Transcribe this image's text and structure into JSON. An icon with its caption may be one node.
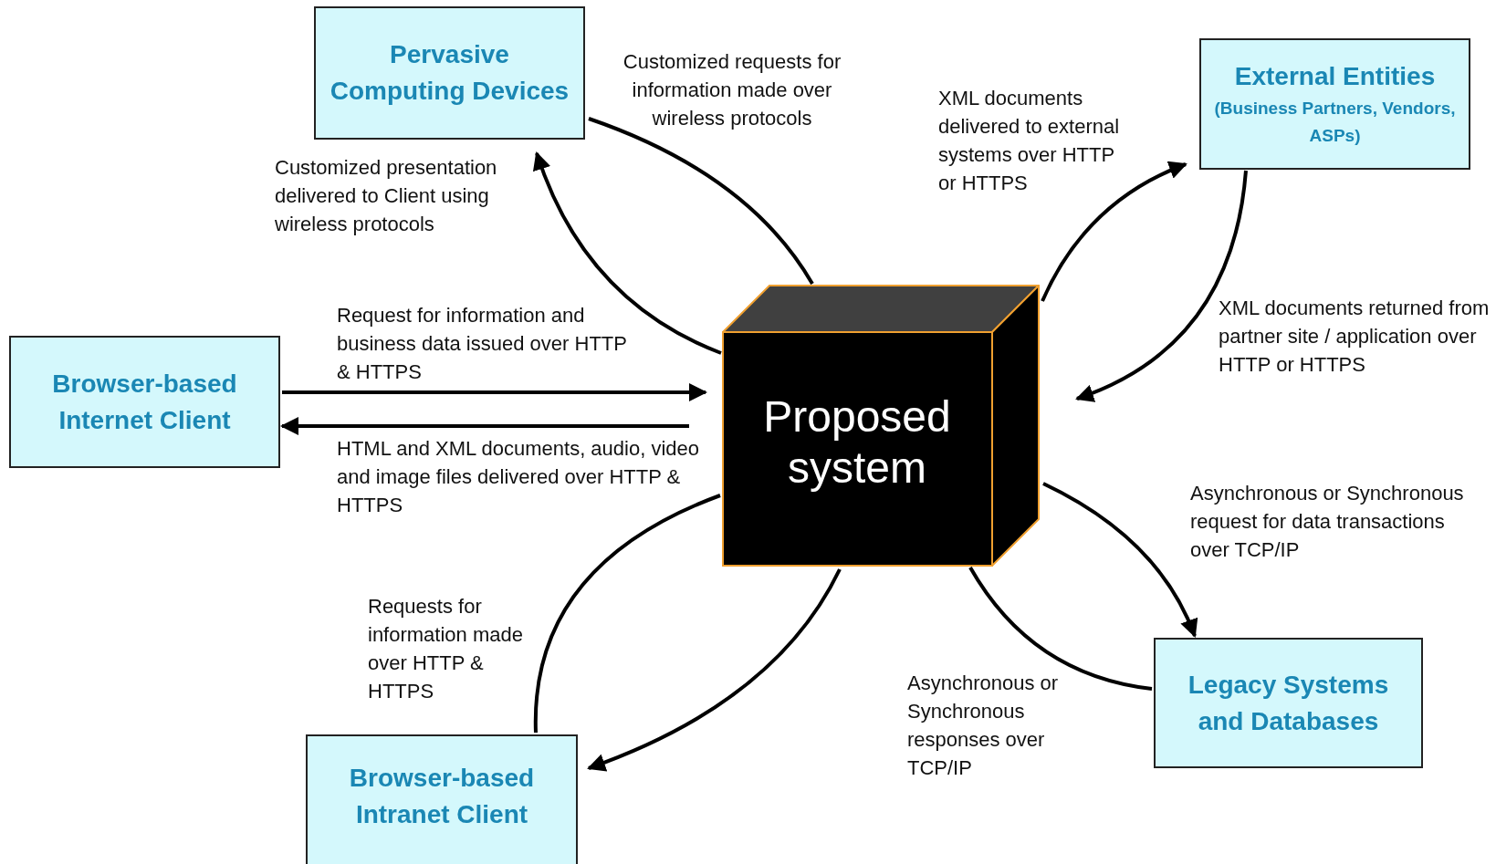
{
  "diagram": {
    "nodes": [
      {
        "text": [
          "Pervasive Computing Devices"
        ]
      },
      {
        "text": [
          "External Entities",
          "(Business Partners, Vendors, ASPs)"
        ]
      },
      {
        "text": [
          "Browser-based Internet Client"
        ]
      },
      {
        "text": [
          "Proposed system"
        ]
      },
      {
        "text": [
          "Legacy Systems and Databases"
        ]
      },
      {
        "text": [
          "Browser-based Intranet Client"
        ]
      }
    ],
    "edges": [
      {
        "from": 0,
        "to": 3,
        "arrow": "none",
        "label": "Customized requests for information made over wireless protocols"
      },
      {
        "from": 3,
        "to": 0,
        "arrow": "to",
        "label": "Customized presentation delivered to Client using wireless protocols"
      },
      {
        "from": 2,
        "to": 3,
        "arrow": "to",
        "label": "Request for information and business data issued over HTTP & HTTPS"
      },
      {
        "from": 3,
        "to": 2,
        "arrow": "to",
        "label": "HTML and XML documents, audio, video and image files delivered over HTTP & HTTPS"
      },
      {
        "from": 3,
        "to": 1,
        "arrow": "to",
        "label": "XML documents delivered to external systems over HTTP or HTTPS"
      },
      {
        "from": 1,
        "to": 3,
        "arrow": "to",
        "label": "XML documents returned from partner site / application over HTTP or HTTPS"
      },
      {
        "from": 3,
        "to": 4,
        "arrow": "to",
        "label": "Asynchronous or Synchronous request for data transactions over TCP/IP"
      },
      {
        "from": 4,
        "to": 3,
        "arrow": "none",
        "label": "Asynchronous or Synchronous responses over TCP/IP"
      },
      {
        "from": 5,
        "to": 3,
        "arrow": "none",
        "label": "Requests for information made over HTTP & HTTPS"
      },
      {
        "from": 3,
        "to": 5,
        "arrow": "to"
      }
    ]
  }
}
